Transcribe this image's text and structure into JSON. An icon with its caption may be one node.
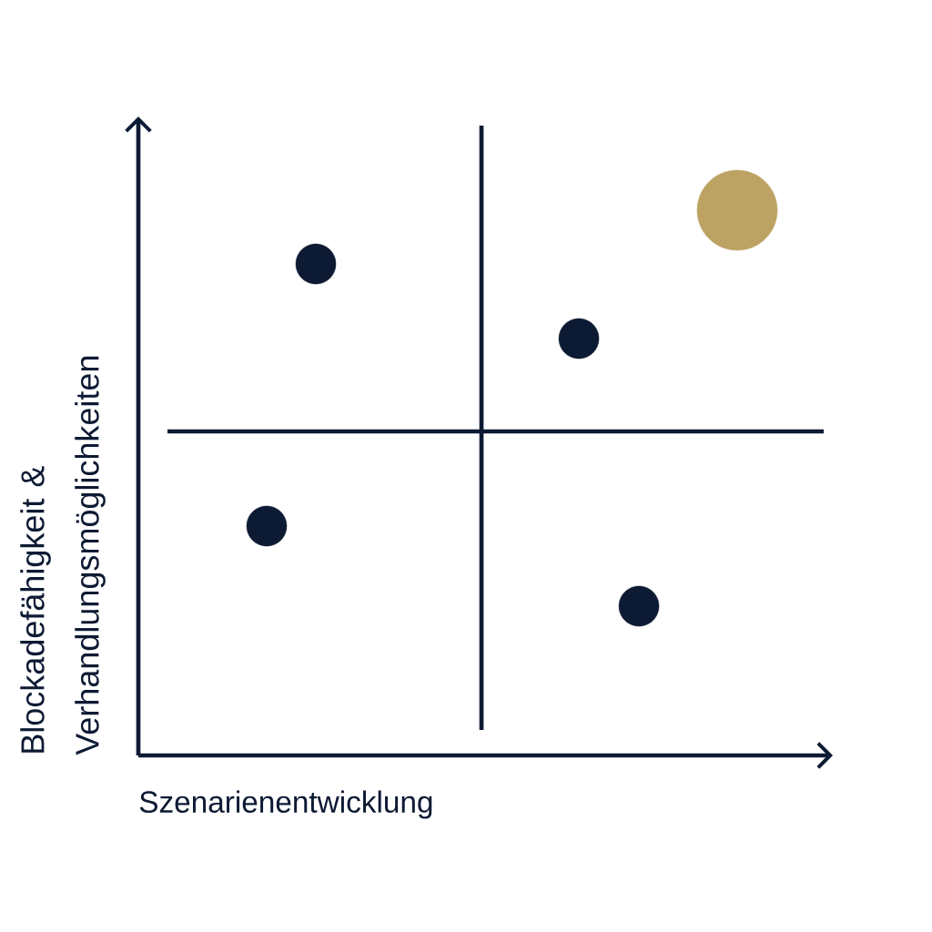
{
  "diagram": {
    "nodes": [
      {
        "text": [],
        "shape": "circle"
      },
      {
        "text": [],
        "shape": "circle"
      },
      {
        "text": [],
        "shape": "circle"
      },
      {
        "text": [],
        "shape": "circle"
      },
      {
        "text": [],
        "shape": "circle"
      }
    ],
    "labels": [
      "Blockadefähigkeit & Verhandlungsmöglichkeiten",
      "Szenarienentwicklung"
    ]
  }
}
